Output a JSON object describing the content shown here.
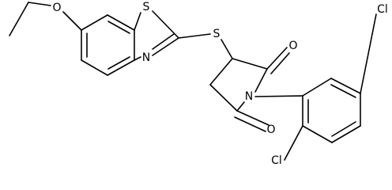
{
  "molecule": {
    "atoms": {
      "ethoxy_oxygen": "O",
      "thiazole_sulfur": "S",
      "thiazole_nitrogen": "N",
      "thioether_sulfur": "S",
      "carbonyl_oxygen_top": "O",
      "carbonyl_oxygen_bottom": "O",
      "imide_nitrogen": "N",
      "chlorine_top": "Cl",
      "chlorine_bottom": "Cl"
    }
  },
  "colors": {
    "bond": "#000000",
    "label": "#000000",
    "background": "#ffffff"
  }
}
